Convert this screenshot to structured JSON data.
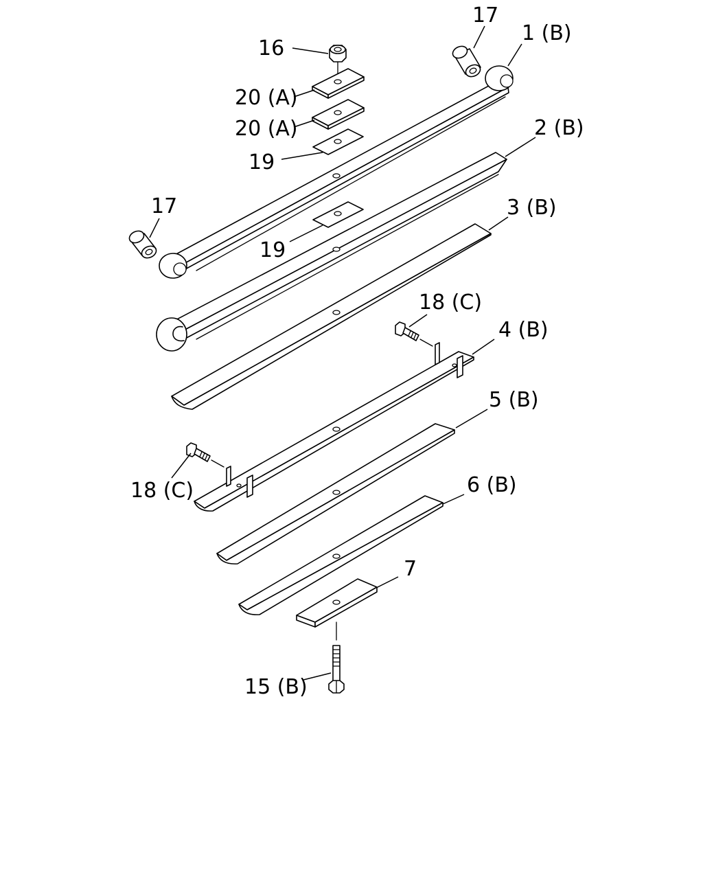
{
  "callouts": {
    "c16": "16",
    "c17_top": "17",
    "c1": "1 (B)",
    "c20a_upper": "20 (A)",
    "c20a_lower": "20 (A)",
    "c19_upper": "19",
    "c2": "2 (B)",
    "c17_left": "17",
    "c19_lower": "19",
    "c3": "3 (B)",
    "c18_right": "18 (C)",
    "c4": "4 (B)",
    "c5": "5 (B)",
    "c18_left": "18 (C)",
    "c6": "6 (B)",
    "c7": "7",
    "c15": "15 (B)"
  },
  "colors": {
    "line": "#000000",
    "background": "#ffffff"
  }
}
